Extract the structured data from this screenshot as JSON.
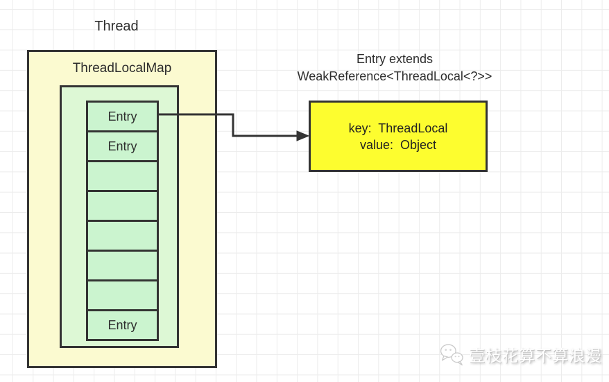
{
  "diagram": {
    "thread_label": "Thread",
    "map_label": "ThreadLocalMap",
    "entries": [
      {
        "label": "Entry"
      },
      {
        "label": "Entry"
      },
      {
        "label": ""
      },
      {
        "label": ""
      },
      {
        "label": ""
      },
      {
        "label": ""
      },
      {
        "label": ""
      },
      {
        "label": "Entry"
      }
    ],
    "caption_line1": "Entry extends",
    "caption_line2": "WeakReference<ThreadLocal<?>>",
    "detail_box": {
      "line1": "key:  ThreadLocal",
      "line2": "value:  Object"
    },
    "colors": {
      "thread_box_fill": "#fbfad0",
      "entry_table_fill": "#ddf8d5",
      "entry_cell_fill": "#cbf4cf",
      "detail_box_fill": "#fdfd2f",
      "border": "#333333",
      "grid_line": "#ececec"
    }
  },
  "watermark": {
    "icon": "wechat-icon",
    "text": "壹枝花算不算浪漫"
  }
}
